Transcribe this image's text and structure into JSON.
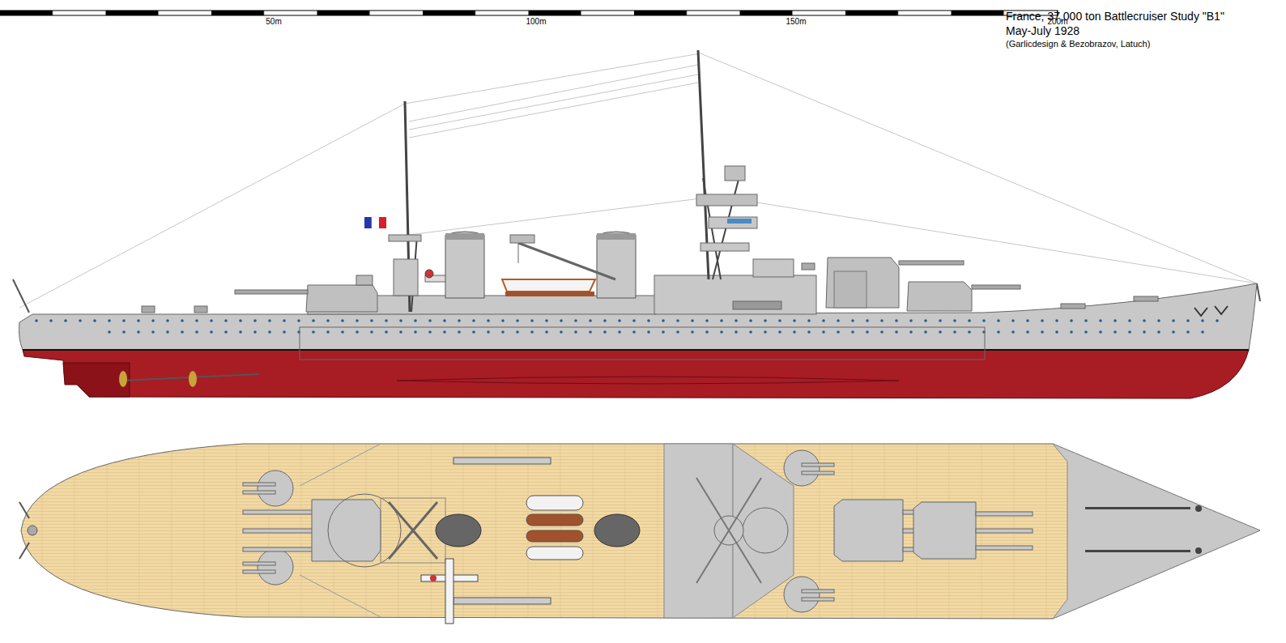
{
  "diagram": {
    "title": "France, 37,000 ton Battlecruiser Study \"B1\"",
    "labels": [
      "May-July 1928",
      "(Garlicdesign & Bezobrazov, Latuch)",
      "50m",
      "100m",
      "150m",
      "200m"
    ]
  }
}
